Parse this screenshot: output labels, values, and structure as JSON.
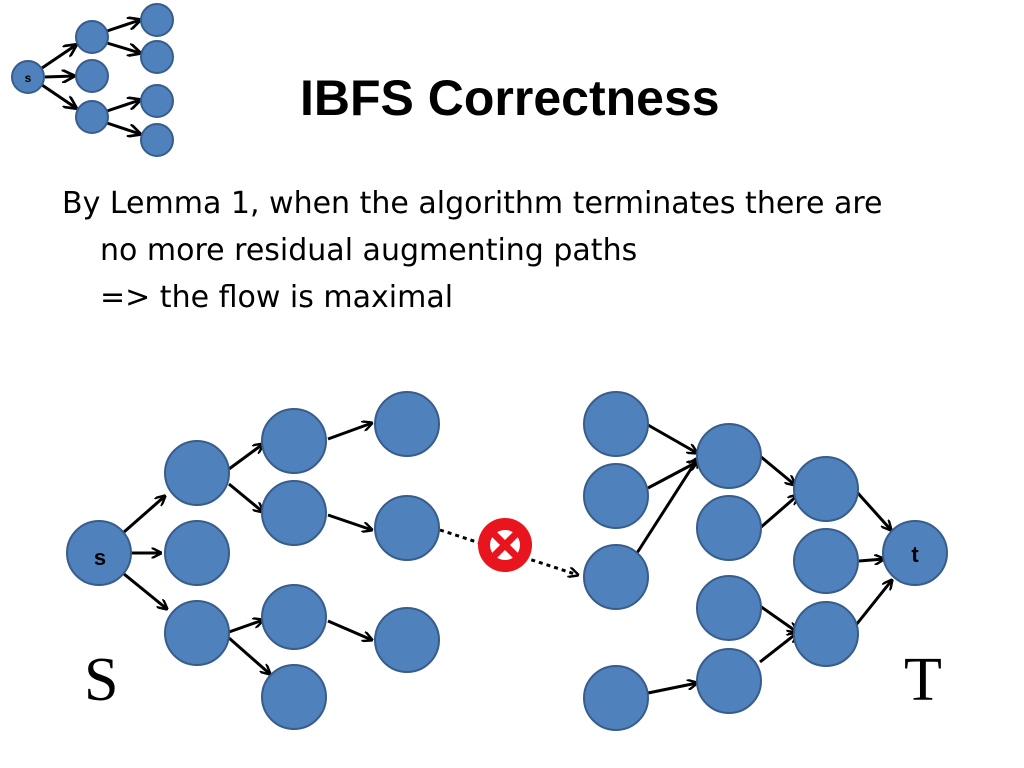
{
  "slide": {
    "title": "IBFS Correctness",
    "body_lines": [
      "By Lemma 1, when the algorithm terminates there are",
      "no more residual augmenting paths",
      "=> the flow is maximal"
    ]
  },
  "diagram": {
    "source_label": "s",
    "sink_label": "t",
    "source_set_label": "S",
    "sink_set_label": "T",
    "node_color": "#4f81bd",
    "cut_marker_color": "#e8141e",
    "cut_marker_icon": "no-entry-cross-icon"
  },
  "logo": {
    "source_label": "s"
  }
}
